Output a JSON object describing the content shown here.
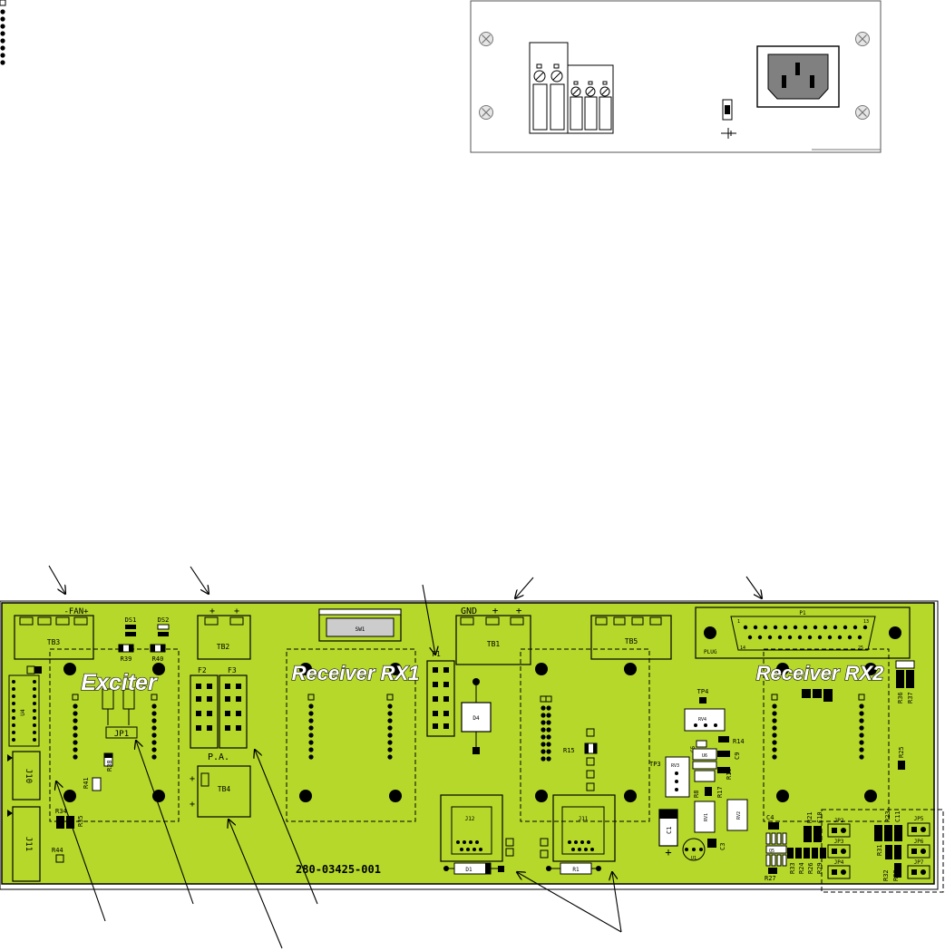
{
  "board": {
    "part_number": "280-03425-001",
    "sections": {
      "exciter": "Exciter",
      "receiver_rx1": "Receiver RX1",
      "receiver_rx2": "Receiver RX2"
    },
    "designators": {
      "tb3": "TB3",
      "tb2": "TB2",
      "tb1": "TB1",
      "tb5": "TB5",
      "tb4": "TB4",
      "fan": "-FAN+",
      "gnd": "GND",
      "ds1": "DS1",
      "ds2": "DS2",
      "r39": "R39",
      "r40": "R40",
      "u4": "U4",
      "jp1": "JP1",
      "r38": "R38",
      "r41": "R41",
      "r34": "R34",
      "r35": "R35",
      "r44": "R44",
      "j10": "J10",
      "j11": "J11",
      "f1": "F1",
      "f2": "F2",
      "f3": "F3",
      "pa": "P.A.",
      "sw1": "SW1",
      "d4": "D4",
      "d1": "D1",
      "r1": "R1",
      "j12": "J12",
      "j11b": "J11",
      "r15": "R15",
      "tp3": "TP3",
      "tp4": "TP4",
      "rv4": "RV4",
      "rv3": "RV3",
      "r14": "R14",
      "u6": "U6",
      "c9": "C9",
      "r19": "R19",
      "r8": "R8",
      "r17": "R17",
      "rv1": "RV1",
      "rv2": "RV2",
      "c1": "C1",
      "c3": "C3",
      "u1": "U1",
      "p1": "P1",
      "plug": "PLUG",
      "r36": "R36",
      "r37": "R37",
      "r25": "R25",
      "c4": "C4",
      "c10": "C10",
      "c11": "C11",
      "r21": "R21",
      "r27": "R27",
      "r31": "R31",
      "r32": "R32",
      "r28": "R28",
      "r33": "R33",
      "r24": "R24",
      "r26": "R26",
      "r29": "R29",
      "q5": "Q5",
      "jp2": "JP2",
      "jp3": "JP3",
      "jp4": "JP4",
      "jp5": "JP5",
      "jp6": "JP6",
      "jp7": "JP7",
      "p1_pin1": "1",
      "p1_pin13": "13",
      "p1_pin14": "14",
      "p1_pin25": "25"
    },
    "colors": {
      "board": "#b5d82a",
      "chassis": "#ffffff",
      "chassis_outline": "#555555",
      "iec_inlet": "#808080"
    }
  }
}
